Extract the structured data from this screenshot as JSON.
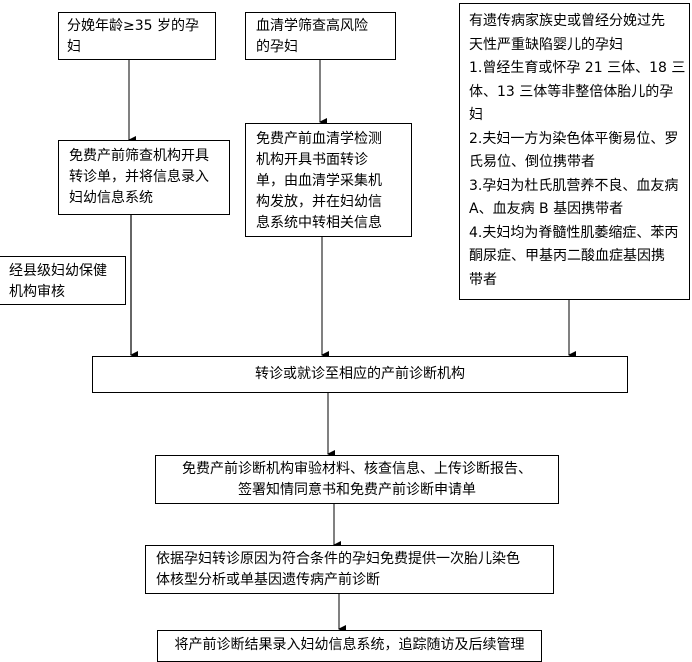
{
  "diagram": {
    "type": "flowchart",
    "nodes": {
      "age": {
        "lines": [
          "分娩年龄≥35 岁的孕",
          "妇"
        ]
      },
      "serum": {
        "lines": [
          "血清学筛查高风险",
          "的孕妇"
        ]
      },
      "genetic": {
        "lines": [
          "有遗传病家族史或曾经分娩过先",
          "天性严重缺陷婴儿的孕妇",
          "1.曾经生育或怀孕 21 三体、18 三",
          "体、13 三体等非整倍体胎儿的孕",
          "妇",
          "2.夫妇一方为染色体平衡易位、罗",
          "氏易位、倒位携带者",
          "3.孕妇为杜氏肌营养不良、血友病",
          "A、血友病 B 基因携带者",
          "4.夫妇均为脊髓性肌萎缩症、苯丙",
          "酮尿症、甲基丙二酸血症基因携",
          "带者"
        ]
      },
      "screening_referral": {
        "lines": [
          "免费产前筛查机构开具",
          "转诊单，并将信息录入",
          "妇幼信息系统"
        ]
      },
      "serum_referral": {
        "lines": [
          "免费产前血清学检测",
          "机构开具书面转诊",
          "单，由血清学采集机",
          "构发放，并在妇幼信",
          "息系统中转相关信息"
        ]
      },
      "county_review": {
        "lines": [
          "经县级妇幼保健",
          "机构审核"
        ]
      },
      "referral_to_center": {
        "lines": [
          "转诊或就诊至相应的产前诊断机构"
        ]
      },
      "center_review": {
        "lines": [
          "免费产前诊断机构审验材料、核查信息、上传诊断报告、",
          "签署知情同意书和免费产前诊断申请单"
        ]
      },
      "diagnosis": {
        "lines": [
          "依据孕妇转诊原因为符合条件的孕妇免费提供一次胎儿染色",
          "体核型分析或单基因遗传病产前诊断"
        ]
      },
      "followup": {
        "lines": [
          "将产前诊断结果录入妇幼信息系统，追踪随访及后续管理"
        ]
      }
    },
    "edges": [
      [
        "age",
        "screening_referral"
      ],
      [
        "serum",
        "serum_referral"
      ],
      [
        "screening_referral",
        "referral_to_center"
      ],
      [
        "serum_referral",
        "referral_to_center"
      ],
      [
        "genetic",
        "referral_to_center"
      ],
      [
        "referral_to_center",
        "center_review"
      ],
      [
        "center_review",
        "diagnosis"
      ],
      [
        "diagnosis",
        "followup"
      ]
    ],
    "colors": {
      "line": "#000000",
      "connector_gray": "#555555",
      "background": "#ffffff"
    }
  }
}
